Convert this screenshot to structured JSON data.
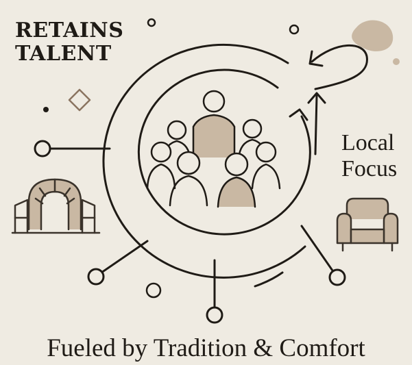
{
  "title": {
    "line1": "RETAINS",
    "line2": "TALENT"
  },
  "side_label": {
    "line1": "Local",
    "line2": "Focus"
  },
  "caption": "Fueled by Tradition & Comfort",
  "icons": [
    "people-group-icon",
    "stone-arch-icon",
    "armchair-icon",
    "diamond-icon"
  ],
  "colors": {
    "background": "#efebe2",
    "ink": "#1f1b16",
    "accent_fill": "#c9b8a3"
  }
}
